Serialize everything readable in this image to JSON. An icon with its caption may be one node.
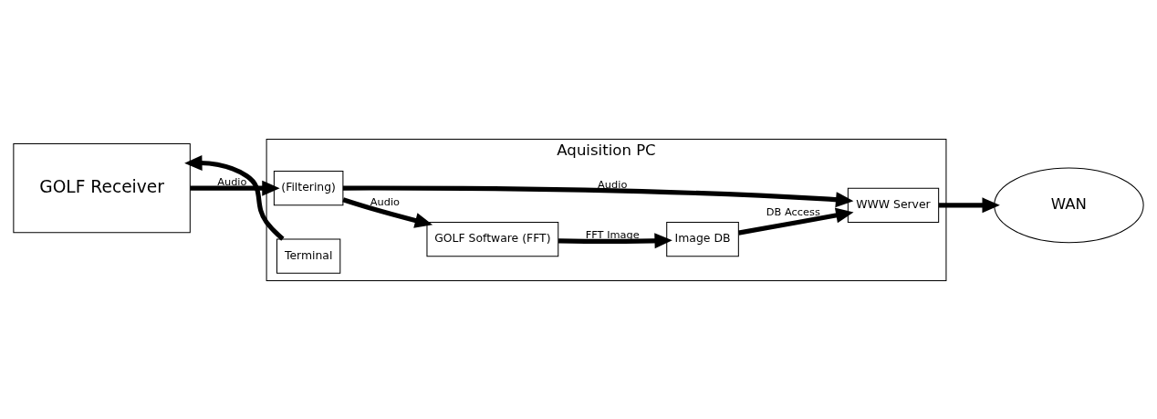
{
  "diagram": {
    "nodes": [
      {
        "text": [
          "Aquisition PC"
        ]
      },
      {
        "text": [
          "GOLF Receiver"
        ]
      },
      {
        "text": [
          "(Filtering)"
        ],
        "in": 0
      },
      {
        "text": [
          "GOLF Software (FFT)"
        ],
        "in": 0
      },
      {
        "text": [
          "Image DB"
        ],
        "in": 0
      },
      {
        "text": [
          "Terminal"
        ],
        "in": 0
      },
      {
        "text": [
          "WWW Server"
        ],
        "in": 0
      },
      {
        "text": [
          "WAN"
        ]
      }
    ],
    "edges": [
      {
        "from": 1,
        "to": 2,
        "arrow": "to",
        "label": "Audio"
      },
      {
        "from": 2,
        "to": 3,
        "arrow": "to",
        "label": "Audio"
      },
      {
        "from": 3,
        "to": 4,
        "arrow": "to",
        "label": "FFT Image"
      },
      {
        "from": 2,
        "to": 6,
        "arrow": "to",
        "label": "Audio"
      },
      {
        "from": 4,
        "to": 6,
        "arrow": "to",
        "label": "DB Access"
      },
      {
        "from": 5,
        "to": 1,
        "arrow": "to"
      },
      {
        "from": 6,
        "to": 7,
        "arrow": "to"
      }
    ]
  }
}
